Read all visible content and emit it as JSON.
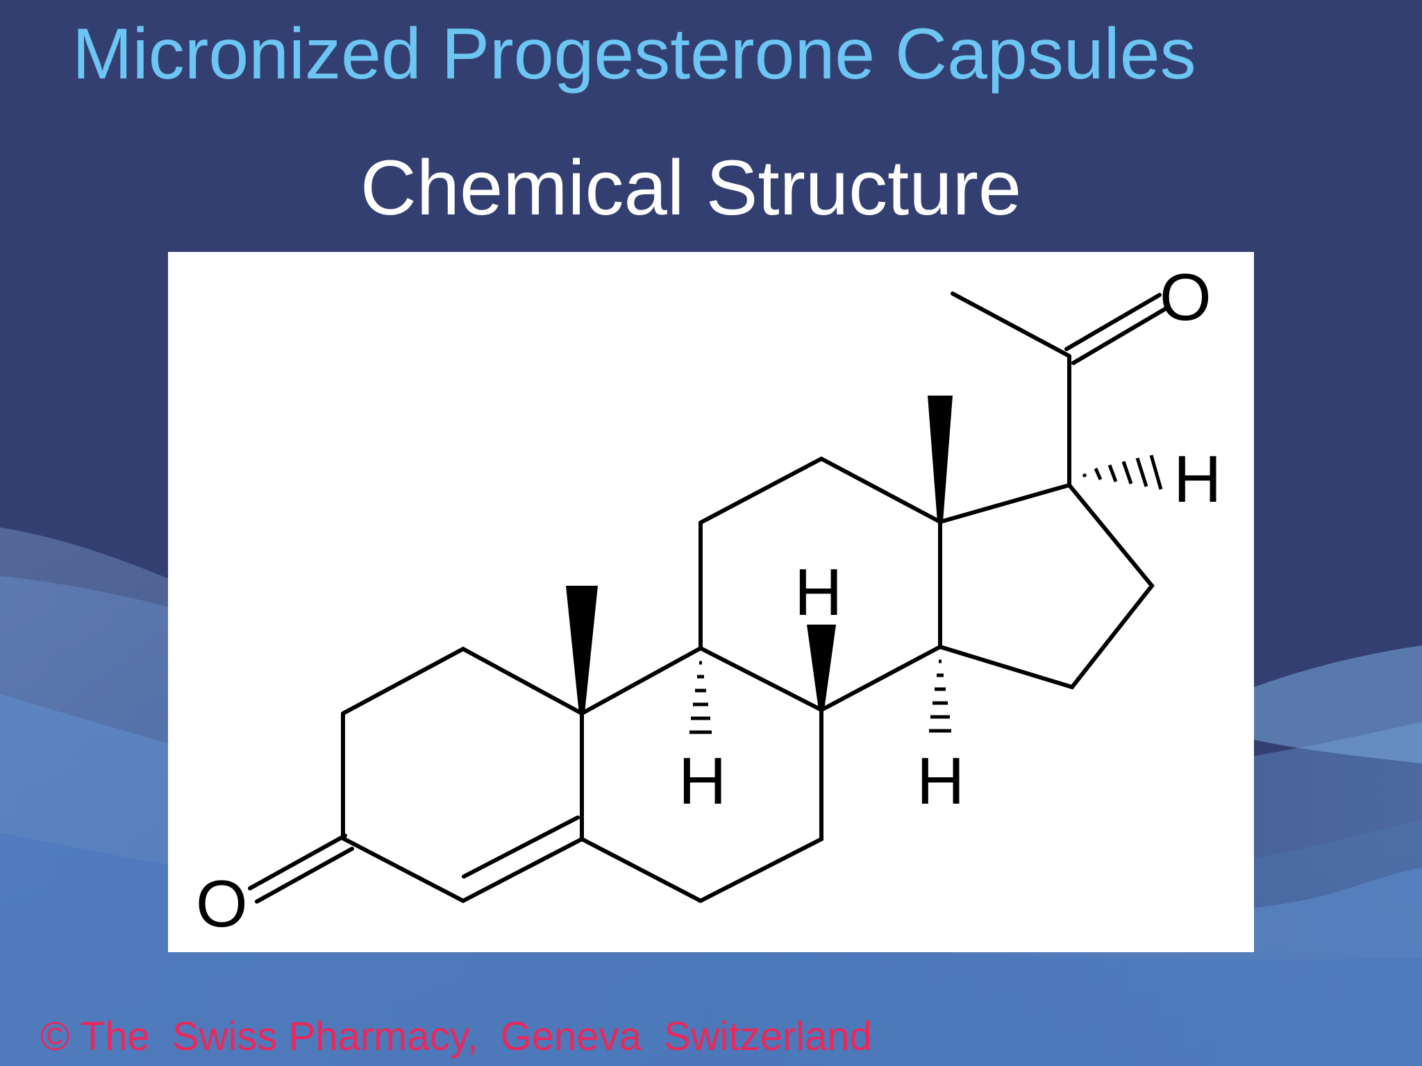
{
  "slide": {
    "title": "Micronized Progesterone Capsules",
    "subtitle": "Chemical Structure",
    "footer": "© The  Swiss Pharmacy,  Geneva  Switzerland"
  },
  "structure": {
    "atoms": {
      "ketone_oxygen": "O",
      "acetyl_oxygen": "O",
      "h_c17": "H",
      "h_c8": "H",
      "h_c9": "H",
      "h_c14": "H"
    }
  },
  "colors": {
    "background": "#333f70",
    "title": "#6cc5f2",
    "subtitle": "#ffffff",
    "footer": "#e8295c",
    "bond": "#000000"
  }
}
